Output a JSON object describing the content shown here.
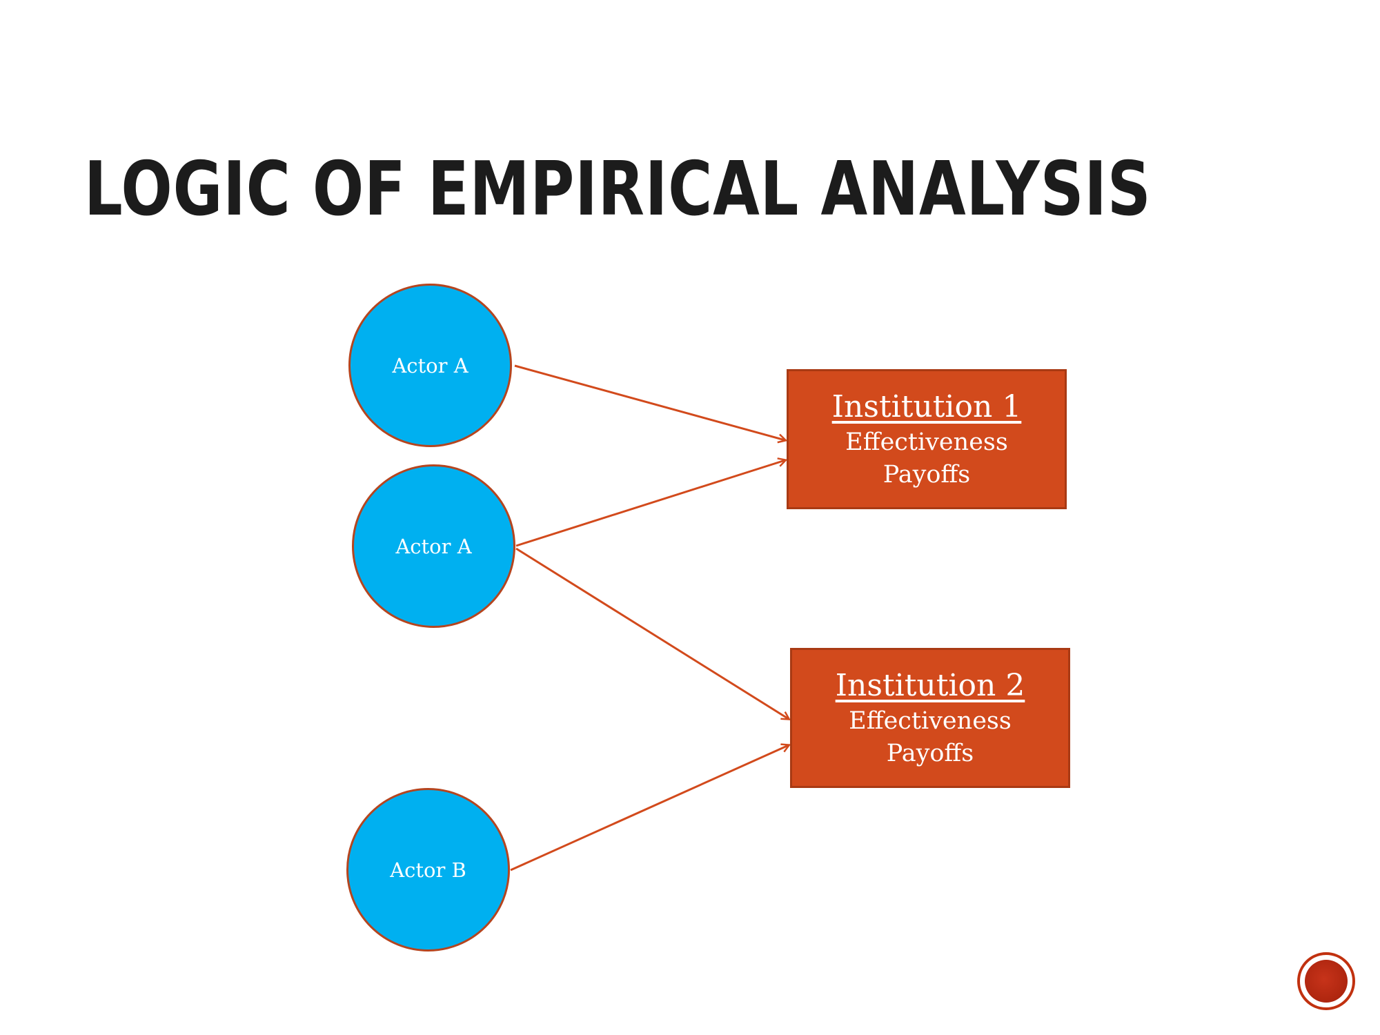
{
  "slide": {
    "title": "LOGIC OF EMPIRICAL ANALYSIS"
  },
  "actors": [
    {
      "id": "actor-a1",
      "label": "Actor A"
    },
    {
      "id": "actor-a2",
      "label": "Actor A"
    },
    {
      "id": "actor-b",
      "label": "Actor B"
    }
  ],
  "institutions": [
    {
      "id": "institution-1",
      "title": "Institution 1",
      "lines": [
        "Effectiveness",
        "Payoffs"
      ]
    },
    {
      "id": "institution-2",
      "title": "Institution 2",
      "lines": [
        "Effectiveness",
        "Payoffs"
      ]
    }
  ],
  "links": [
    {
      "from": "actor-a1",
      "to": "institution-1"
    },
    {
      "from": "actor-a2",
      "to": "institution-1"
    },
    {
      "from": "actor-a2",
      "to": "institution-2"
    },
    {
      "from": "actor-b",
      "to": "institution-2"
    }
  ],
  "colors": {
    "actor_fill": "#00b0f0",
    "actor_border": "#b5451f",
    "institution_fill": "#d24a1c",
    "connector": "#d24a1c",
    "title_text": "#1c1c1c"
  },
  "icons": {
    "nav_button": "red-circle-nav-icon"
  }
}
